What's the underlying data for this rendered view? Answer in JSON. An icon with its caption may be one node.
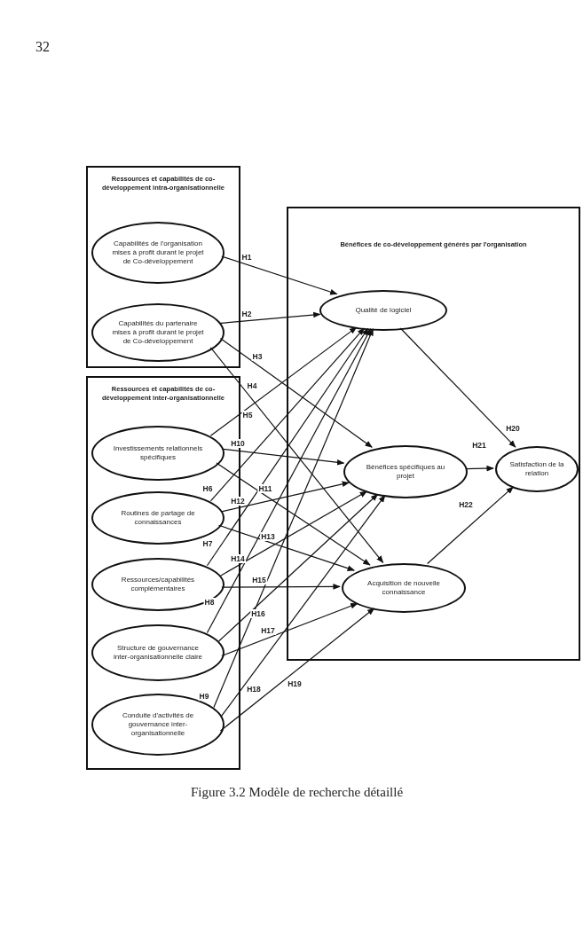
{
  "diagram": {
    "caption": "Figure 3.2 Modèle de recherche détaillé",
    "nodes": [
      {
        "text": [
          "Ressources et capabilités de co-développement intra-organisationnelle"
        ]
      },
      {
        "text": [
          "Capabilités de l'organisation mises à profit durant le projet de Co-développement"
        ],
        "in": 0
      },
      {
        "text": [
          "Capabilités du partenaire mises à profit durant le projet de Co-développement"
        ],
        "in": 0
      },
      {
        "text": [
          "Ressources et capabilités de co-développement inter-organisationnelle"
        ]
      },
      {
        "text": [
          "Investissements relationnels spécifiques"
        ],
        "in": 3
      },
      {
        "text": [
          "Routines de partage de connaissances"
        ],
        "in": 3
      },
      {
        "text": [
          "Ressources/capabilités complémentaires"
        ],
        "in": 3
      },
      {
        "text": [
          "Structure de gouvernance inter-organisationnelle claire"
        ],
        "in": 3
      },
      {
        "text": [
          "Conduite d'activités de gouvernance inter-organisationnelle"
        ],
        "in": 3
      },
      {
        "text": [
          "Bénéfices de co-développement générés par l'organisation"
        ]
      },
      {
        "text": [
          "Qualité de logiciel"
        ],
        "in": 9
      },
      {
        "text": [
          "Bénéfices spécifiques au projet"
        ],
        "in": 9
      },
      {
        "text": [
          "Acquisition de nouvelle connaissance"
        ],
        "in": 9
      },
      {
        "text": [
          "Satisfaction de la relation"
        ],
        "in": 9
      }
    ],
    "edges": [
      {
        "from": 1,
        "to": 10,
        "arrow": "to",
        "label": "H1"
      },
      {
        "from": 2,
        "to": 10,
        "arrow": "to",
        "label": "H2"
      },
      {
        "from": 2,
        "to": 11,
        "arrow": "to",
        "label": "H3"
      },
      {
        "from": 2,
        "to": 12,
        "arrow": "to",
        "label": "H4"
      },
      {
        "from": 4,
        "to": 10,
        "arrow": "to",
        "label": "H5"
      },
      {
        "from": 5,
        "to": 10,
        "arrow": "to",
        "label": "H6"
      },
      {
        "from": 6,
        "to": 10,
        "arrow": "to",
        "label": "H7"
      },
      {
        "from": 7,
        "to": 10,
        "arrow": "to",
        "label": "H8"
      },
      {
        "from": 8,
        "to": 10,
        "arrow": "to",
        "label": "H9"
      },
      {
        "from": 4,
        "to": 11,
        "arrow": "to",
        "label": "H10"
      },
      {
        "from": 4,
        "to": 12,
        "arrow": "to",
        "label": "H11"
      },
      {
        "from": 5,
        "to": 11,
        "arrow": "to",
        "label": "H12"
      },
      {
        "from": 5,
        "to": 12,
        "arrow": "to",
        "label": "H13"
      },
      {
        "from": 6,
        "to": 11,
        "arrow": "to",
        "label": "H14"
      },
      {
        "from": 6,
        "to": 12,
        "arrow": "to",
        "label": "H15"
      },
      {
        "from": 7,
        "to": 11,
        "arrow": "to",
        "label": "H16"
      },
      {
        "from": 7,
        "to": 12,
        "arrow": "to",
        "label": "H17"
      },
      {
        "from": 8,
        "to": 11,
        "arrow": "to",
        "label": "H18"
      },
      {
        "from": 8,
        "to": 12,
        "arrow": "to",
        "label": "H19"
      },
      {
        "from": 10,
        "to": 13,
        "arrow": "to",
        "label": "H20"
      },
      {
        "from": 11,
        "to": 13,
        "arrow": "to",
        "label": "H21"
      },
      {
        "from": 12,
        "to": 13,
        "arrow": "to",
        "label": "H22"
      }
    ],
    "labels": [
      "32"
    ]
  }
}
